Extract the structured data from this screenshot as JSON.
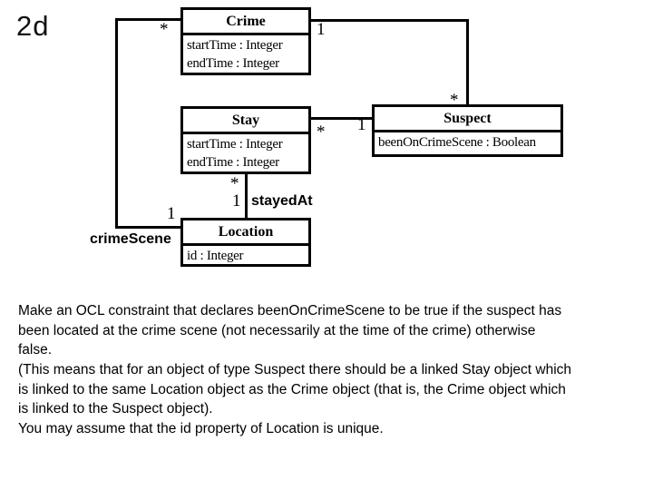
{
  "page": {
    "label": "2d"
  },
  "diagram": {
    "classes": {
      "crime": {
        "title": "Crime",
        "attrs": [
          "startTime : Integer",
          "endTime : Integer"
        ]
      },
      "stay": {
        "title": "Stay",
        "attrs": [
          "startTime : Integer",
          "endTime : Integer"
        ]
      },
      "suspect": {
        "title": "Suspect",
        "attrs": [
          "beenOnCrimeScene : Boolean"
        ]
      },
      "location": {
        "title": "Location",
        "attrs": [
          "id : Integer"
        ]
      }
    },
    "multiplicities": {
      "crime_location_near_crime": "*",
      "crime_location_near_location": "1",
      "crime_suspect_near_crime": "1",
      "crime_suspect_near_suspect": "*",
      "stay_suspect_near_stay": "*",
      "stay_suspect_near_suspect": "1",
      "stay_location_near_stay": "*",
      "stay_location_near_location": "1"
    },
    "roles": {
      "stayed_at": "stayedAt",
      "crime_scene": "crimeScene"
    },
    "colors": {
      "line": "#000000",
      "box_border": "#000000",
      "box_fill": "#ffffff",
      "text": "#000000"
    }
  },
  "question": {
    "lines": [
      "Make an OCL constraint that declares beenOnCrimeScene to be true if the suspect has",
      "been located at the crime scene (not necessarily at the time of the crime) otherwise",
      "false.",
      "(This means that for an object of type Suspect there should be a linked Stay object which",
      "is linked to the same Location object as the Crime object (that is, the Crime object which",
      "is linked to the Suspect object).",
      "You may assume that the id property of Location is unique."
    ]
  }
}
